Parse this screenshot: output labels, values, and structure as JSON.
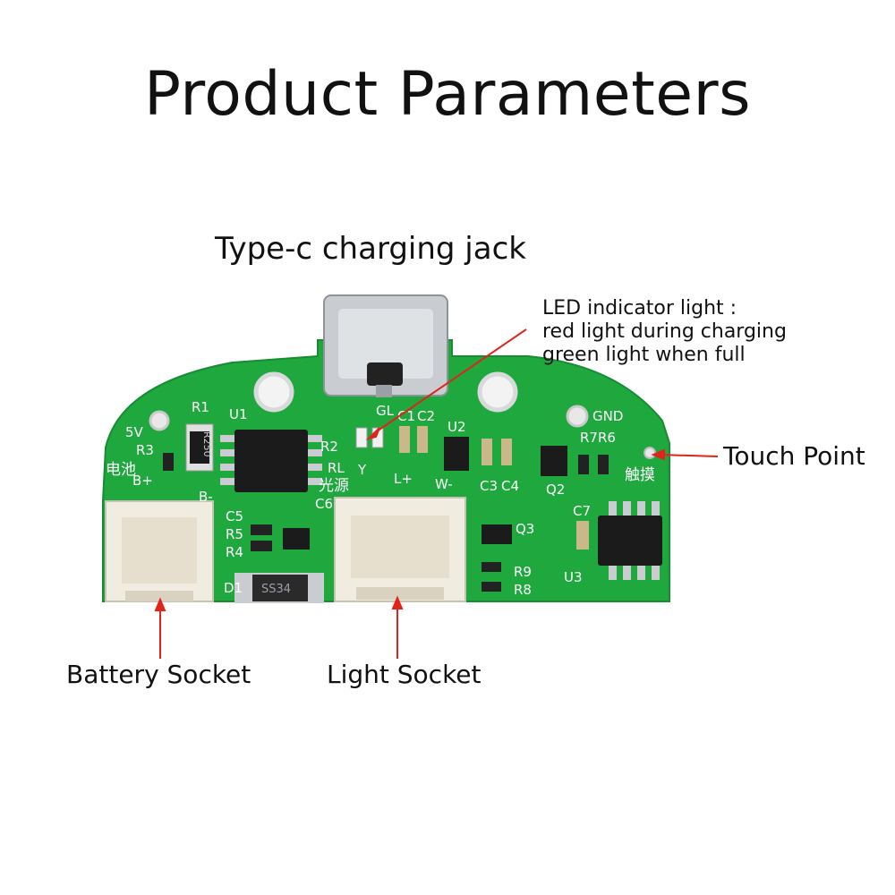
{
  "title": "Product Parameters",
  "labels": {
    "type_c": "Type-c charging jack",
    "led_line1": "LED indicator light :",
    "led_line2": "red light during charging",
    "led_line3": "green light when full",
    "touch_point": "Touch Point",
    "battery_socket": "Battery Socket",
    "light_socket": "Light Socket"
  },
  "silkscreen": {
    "r1": "R1",
    "u1": "U1",
    "v5": "5V",
    "r3": "R3",
    "battery_cn": "电池",
    "b_plus": "B+",
    "b_minus": "B-",
    "r2": "R2",
    "rl": "RL",
    "y": "Y",
    "gl": "GL",
    "c1": "C1",
    "c2": "C2",
    "u2": "U2",
    "light_cn": "光源",
    "l_plus": "L+",
    "w_minus": "W-",
    "c3": "C3",
    "c4": "C4",
    "gnd": "GND",
    "r7": "R7",
    "r6": "R6",
    "touch_cn": "触摸",
    "q2": "Q2",
    "c6": "C6",
    "c5": "C5",
    "r5": "R5",
    "r4": "R4",
    "d1": "D1",
    "ss34": "SS34",
    "q3": "Q3",
    "r9": "R9",
    "r8": "R8",
    "c7": "C7",
    "u3": "U3",
    "r250": "R250"
  },
  "colors": {
    "pcb": "#1ea83e",
    "pcb_dark": "#168a30",
    "arrow": "#e0231b",
    "connector": "#f1ece0",
    "chip": "#1b1b1b",
    "metal": "#c9cdd1"
  }
}
